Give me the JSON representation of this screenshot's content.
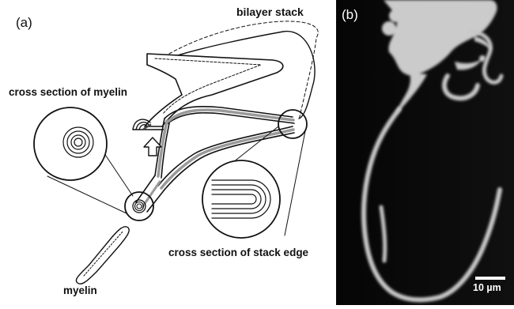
{
  "panel_a": {
    "label": "(a)",
    "labels": {
      "bilayer_stack": "bilayer stack",
      "cross_section_myelin": "cross section of myelin",
      "cross_section_edge": "cross section of stack edge",
      "myelin": "myelin"
    }
  },
  "panel_b": {
    "label": "(b)",
    "scale_bar": "10 µm"
  },
  "colors": {
    "line": "#111111",
    "micrograph_background": "#0a0a0a",
    "micrograph_structure": "#c9c9c9"
  }
}
